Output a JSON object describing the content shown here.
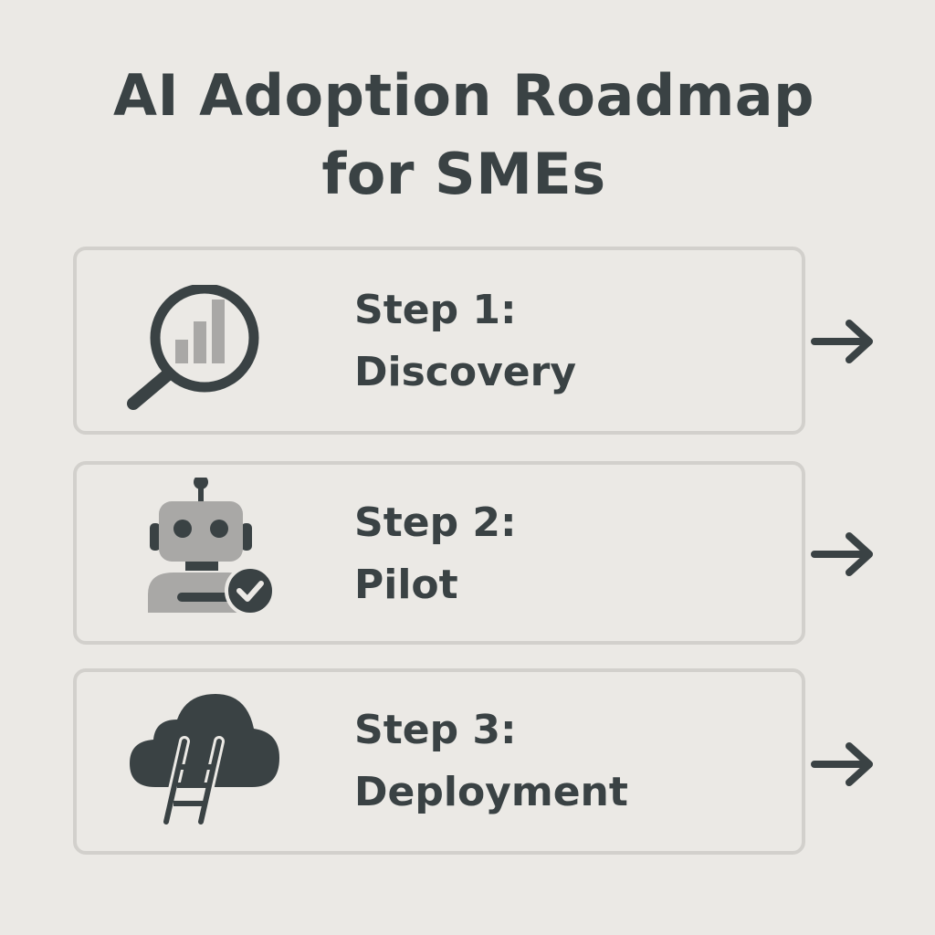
{
  "title": {
    "line1": "AI Adoption Roadmap",
    "line2": "for SMEs"
  },
  "steps": [
    {
      "label": "Step 1:",
      "name": "Discovery",
      "icon": "magnifier-chart-icon"
    },
    {
      "label": "Step 2:",
      "name": "Pilot",
      "icon": "robot-check-icon"
    },
    {
      "label": "Step 3:",
      "name": "Deployment",
      "icon": "cloud-ladder-icon"
    }
  ],
  "colors": {
    "background": "#ebe9e5",
    "text": "#3a4244",
    "border": "#d2d0cc",
    "icon_light": "#a9a8a6"
  }
}
